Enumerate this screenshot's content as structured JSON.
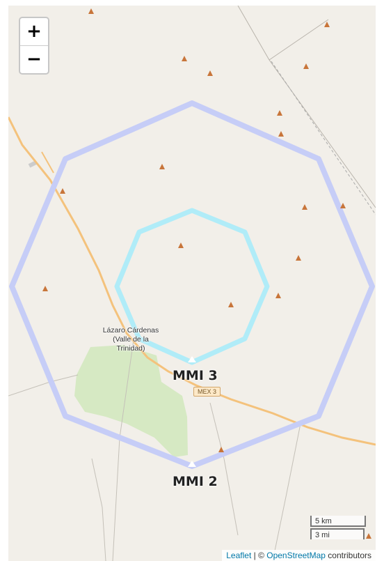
{
  "zoom": {
    "in_label": "+",
    "out_label": "−"
  },
  "place": {
    "line1": "Lázaro Cárdenas",
    "line2": "(Valle de la",
    "line3": "Trinidad)"
  },
  "road": {
    "shield": "MEX 3"
  },
  "contours": [
    {
      "label": "MMI 3",
      "color": "#b0ecf8"
    },
    {
      "label": "MMI 2",
      "color": "#c6cdf7"
    }
  ],
  "scale": {
    "km_label": "5 km",
    "mi_label": "3 mi"
  },
  "attribution": {
    "leaflet": "Leaflet",
    "separator": " | © ",
    "osm": "OpenStreetMap",
    "suffix": " contributors"
  },
  "colors": {
    "land": "#f2efe9",
    "park": "#d6e9c3",
    "road_major": "#f4c27c",
    "marker": "#c8753a"
  },
  "icons": {
    "peak_marker": "peak-triangle-icon"
  }
}
